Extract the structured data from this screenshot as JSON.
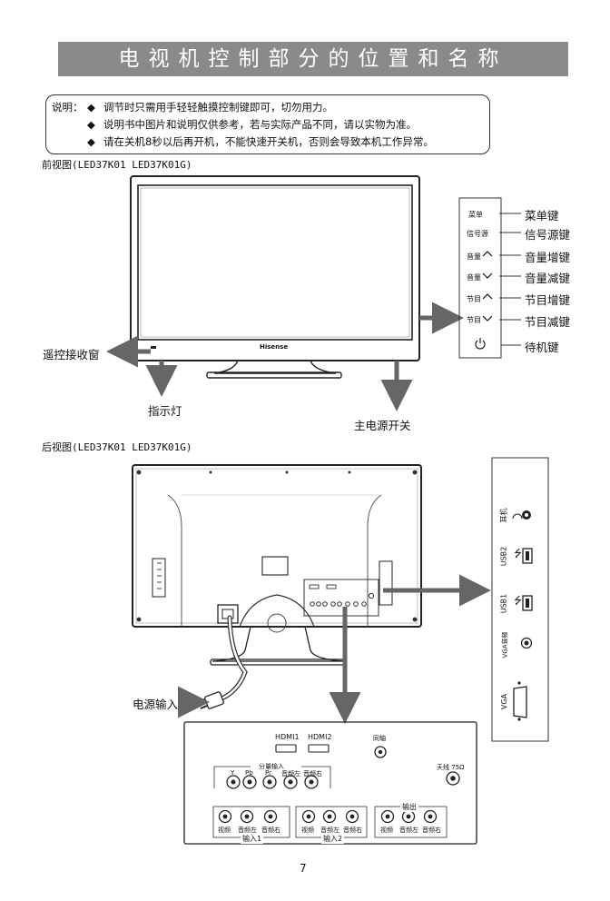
{
  "header": {
    "title": "电视机控制部分的位置和名称"
  },
  "notes": {
    "prefix": "说明：",
    "bullet": "◆",
    "items": [
      "调节时只需用手轻轻触摸控制键即可，切勿用力。",
      "说明书中图片和说明仅供参考，若与实际产品不同，请以实物为准。",
      "请在关机8秒以后再开机，不能快速开关机，否则会导致本机工作异常。"
    ]
  },
  "front_view": {
    "title": "前视图(LED37K01 LED37K01G)",
    "brand": "Hisense",
    "labels": {
      "remote_window": "遥控接收窗",
      "indicator": "指示灯",
      "main_power": "主电源开关"
    },
    "panel_keys": [
      "菜单",
      "信号源",
      "音量",
      "音量",
      "节目",
      "节目"
    ],
    "panel_names": [
      "菜单键",
      "信号源键",
      "音量增键",
      "音量减键",
      "节目增键",
      "节目减键",
      "待机键"
    ]
  },
  "rear_view": {
    "title": "后视图(LED37K01 LED37K01G)",
    "power_input": "电源输入",
    "side_panel": {
      "earphone": "耳机",
      "usb2": "USB2",
      "usb1": "USB1",
      "vga_audio": "VGA音频",
      "vga": "VGA"
    },
    "detail": {
      "hdmi1": "HDMI1",
      "hdmi2": "HDMI2",
      "coax": "同轴",
      "component_title": "分量输入",
      "component_ports": [
        "Y",
        "Pb",
        "Pr",
        "音频左",
        "音频右"
      ],
      "antenna": "天线 75Ω",
      "group_ports": [
        "视频",
        "音频左",
        "音频右"
      ],
      "input1": "输入1",
      "input2": "输入2",
      "output": "输出"
    }
  },
  "footer": {
    "page_number": "7"
  }
}
